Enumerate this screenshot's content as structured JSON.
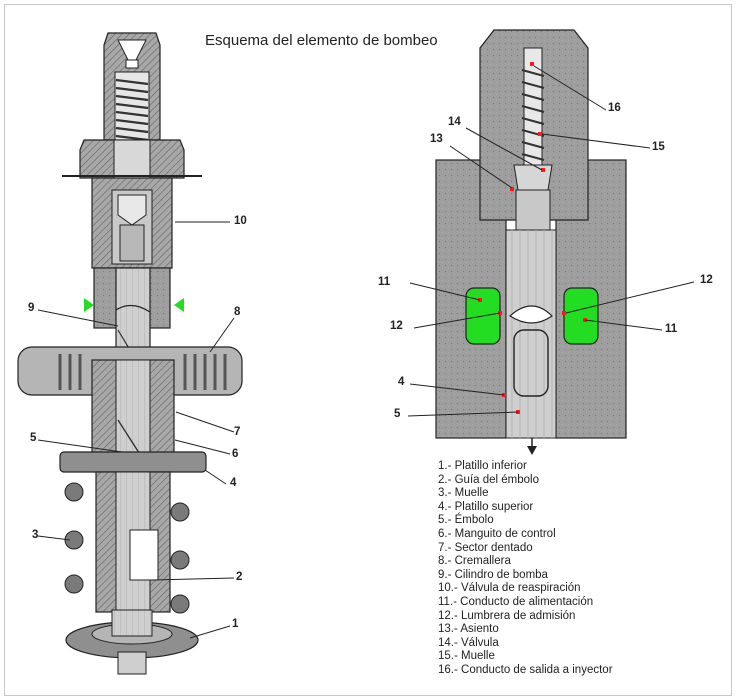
{
  "title": "Esquema del elemento de bombeo",
  "left_labels": [
    "10",
    "9",
    "8",
    "7",
    "6",
    "5",
    "4",
    "3",
    "2",
    "1"
  ],
  "right_labels": [
    "16",
    "15",
    "14",
    "13",
    "11",
    "12",
    "12",
    "11",
    "4",
    "5"
  ],
  "legend": [
    "1.- Platillo inferior",
    "2.- Guía del émbolo",
    "3.- Muelle",
    "4.- Platillo superior",
    "5.- Émbolo",
    "6.- Manguito de control",
    "7.- Sector dentado",
    "8.- Cremallera",
    "9.- Cilindro de bomba",
    "10.- Válvula de reaspiración",
    "11.- Conducto de alimentación",
    "12.- Lumbrera de admisión",
    "13.- Asiento",
    "14.- Válvula",
    "15.- Muelle",
    "16.- Conducto de salida a inyector"
  ],
  "colors": {
    "marker": "#ff1a1a",
    "chamber": "#22dd22",
    "metal": "#9b9b9b",
    "metal_dark": "#707070",
    "line": "#222222"
  }
}
